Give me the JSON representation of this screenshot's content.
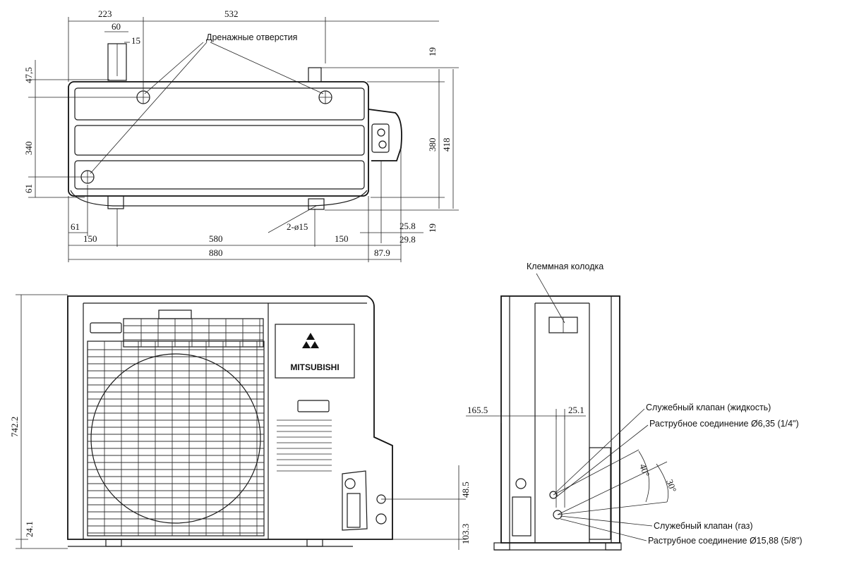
{
  "top_view": {
    "dims": {
      "d223": "223",
      "d532": "532",
      "d60": "60",
      "d15": "15",
      "d47_5": "47,5",
      "d340": "340",
      "d61_left": "61",
      "d61_bottom": "61",
      "d150_left": "150",
      "d580": "580",
      "d880": "880",
      "d2_o15": "2-ø15",
      "d150_right": "150",
      "d25_8": "25.8",
      "d29_8": "29.8",
      "d87_9": "87.9",
      "d19_top": "19",
      "d19_bottom": "19",
      "d380": "380",
      "d418": "418"
    },
    "label_drain": "Дренажные отверстия"
  },
  "front_view": {
    "dims": {
      "d742_2": "742.2",
      "d24_1": "24.1",
      "d48_5": "48.5",
      "d103_3": "103.3"
    },
    "brand_text": "MITSUBISHI"
  },
  "side_view": {
    "dims": {
      "d165_5": "165.5",
      "d25_1": "25.1",
      "d40deg": "40°",
      "d30deg": "30°"
    },
    "label_terminal": "Клеммная колодка",
    "label_valve_liquid": "Служебный клапан (жидкость)",
    "label_flare_liquid": "Раструбное соединение Ø6,35 (1/4\")",
    "label_valve_gas": "Служебный клапан (газ)",
    "label_flare_gas": "Раструбное соединение Ø15,88 (5/8\")"
  }
}
